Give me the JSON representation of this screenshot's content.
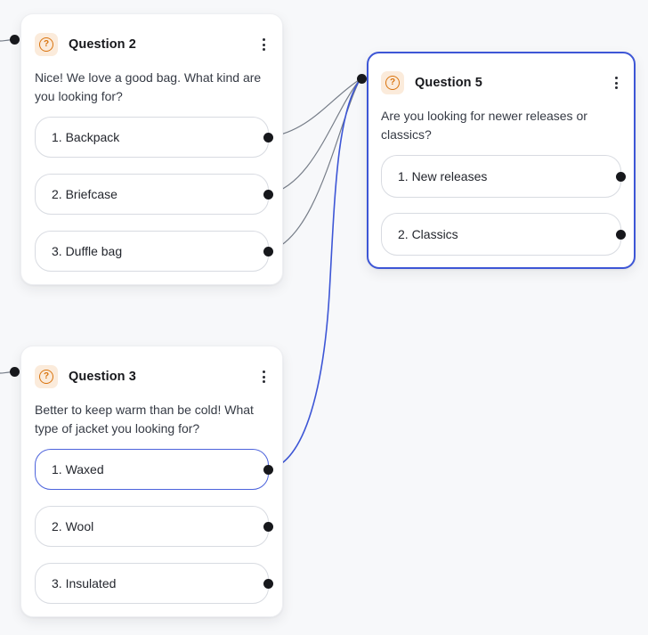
{
  "colors": {
    "canvas_background": "#F7F8FA",
    "accent_blue": "#3D56D6",
    "option_selected_blue": "#4C63DC",
    "icon_orange": "#D9730D",
    "icon_background": "#FBEBDB",
    "port_black": "#17181C",
    "edge_gray": "#767D88"
  },
  "icons": {
    "node_type": "circled-question-mark-icon",
    "node_type_glyph": "?",
    "menu": "kebab-vertical-dots-icon"
  },
  "nodes": [
    {
      "id": "question-2",
      "title": "Question 2",
      "question": "Nice! We love a good bag. What kind are you looking for?",
      "selected": false,
      "options": [
        {
          "label": "1. Backpack"
        },
        {
          "label": "2. Briefcase"
        },
        {
          "label": "3. Duffle bag"
        }
      ]
    },
    {
      "id": "question-5",
      "title": "Question 5",
      "question": "Are you looking for newer releases or classics?",
      "selected": true,
      "options": [
        {
          "label": "1. New releases"
        },
        {
          "label": "2. Classics"
        }
      ]
    },
    {
      "id": "question-3",
      "title": "Question 3",
      "question": "Better to keep warm than be cold! What type of jacket you looking for?",
      "selected": false,
      "options": [
        {
          "label": "1. Waxed",
          "selected": true
        },
        {
          "label": "2. Wool"
        },
        {
          "label": "3. Insulated"
        }
      ]
    }
  ],
  "connections": [
    {
      "from": "offscreen-left",
      "to": "question-2",
      "style": "gray"
    },
    {
      "from": "offscreen-left",
      "to": "question-3",
      "style": "gray"
    },
    {
      "from": "question-2 / 1. Backpack",
      "to": "question-5",
      "style": "gray"
    },
    {
      "from": "question-2 / 2. Briefcase",
      "to": "question-5",
      "style": "gray"
    },
    {
      "from": "question-2 / 3. Duffle bag",
      "to": "question-5",
      "style": "gray"
    },
    {
      "from": "question-3 / 1. Waxed",
      "to": "question-5",
      "style": "blue-highlighted"
    }
  ]
}
